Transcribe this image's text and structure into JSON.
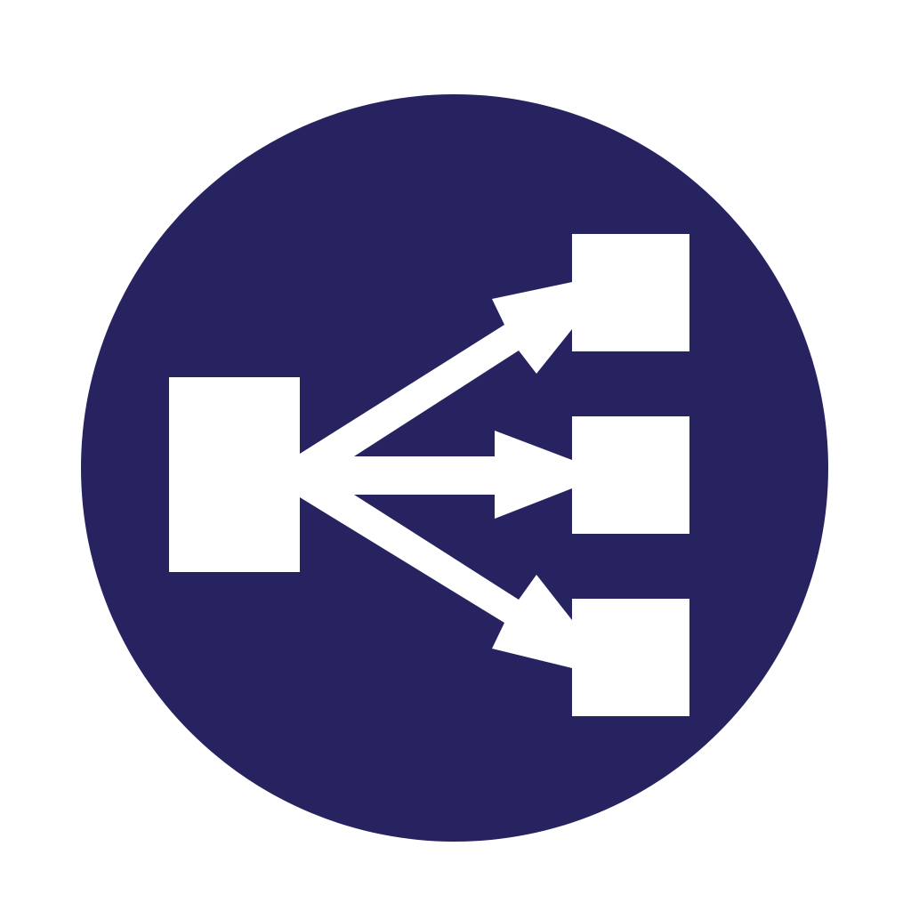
{
  "icon": {
    "name": "load-balancer-icon",
    "colors": {
      "background": "#ffffff",
      "circle": "#272361",
      "glyph": "#ffffff"
    },
    "source_node": {
      "name": "source-node"
    },
    "target_nodes": [
      {
        "name": "target-node-top"
      },
      {
        "name": "target-node-middle"
      },
      {
        "name": "target-node-bottom"
      }
    ],
    "arrows": [
      {
        "name": "arrow-to-top"
      },
      {
        "name": "arrow-to-middle"
      },
      {
        "name": "arrow-to-bottom"
      }
    ]
  }
}
